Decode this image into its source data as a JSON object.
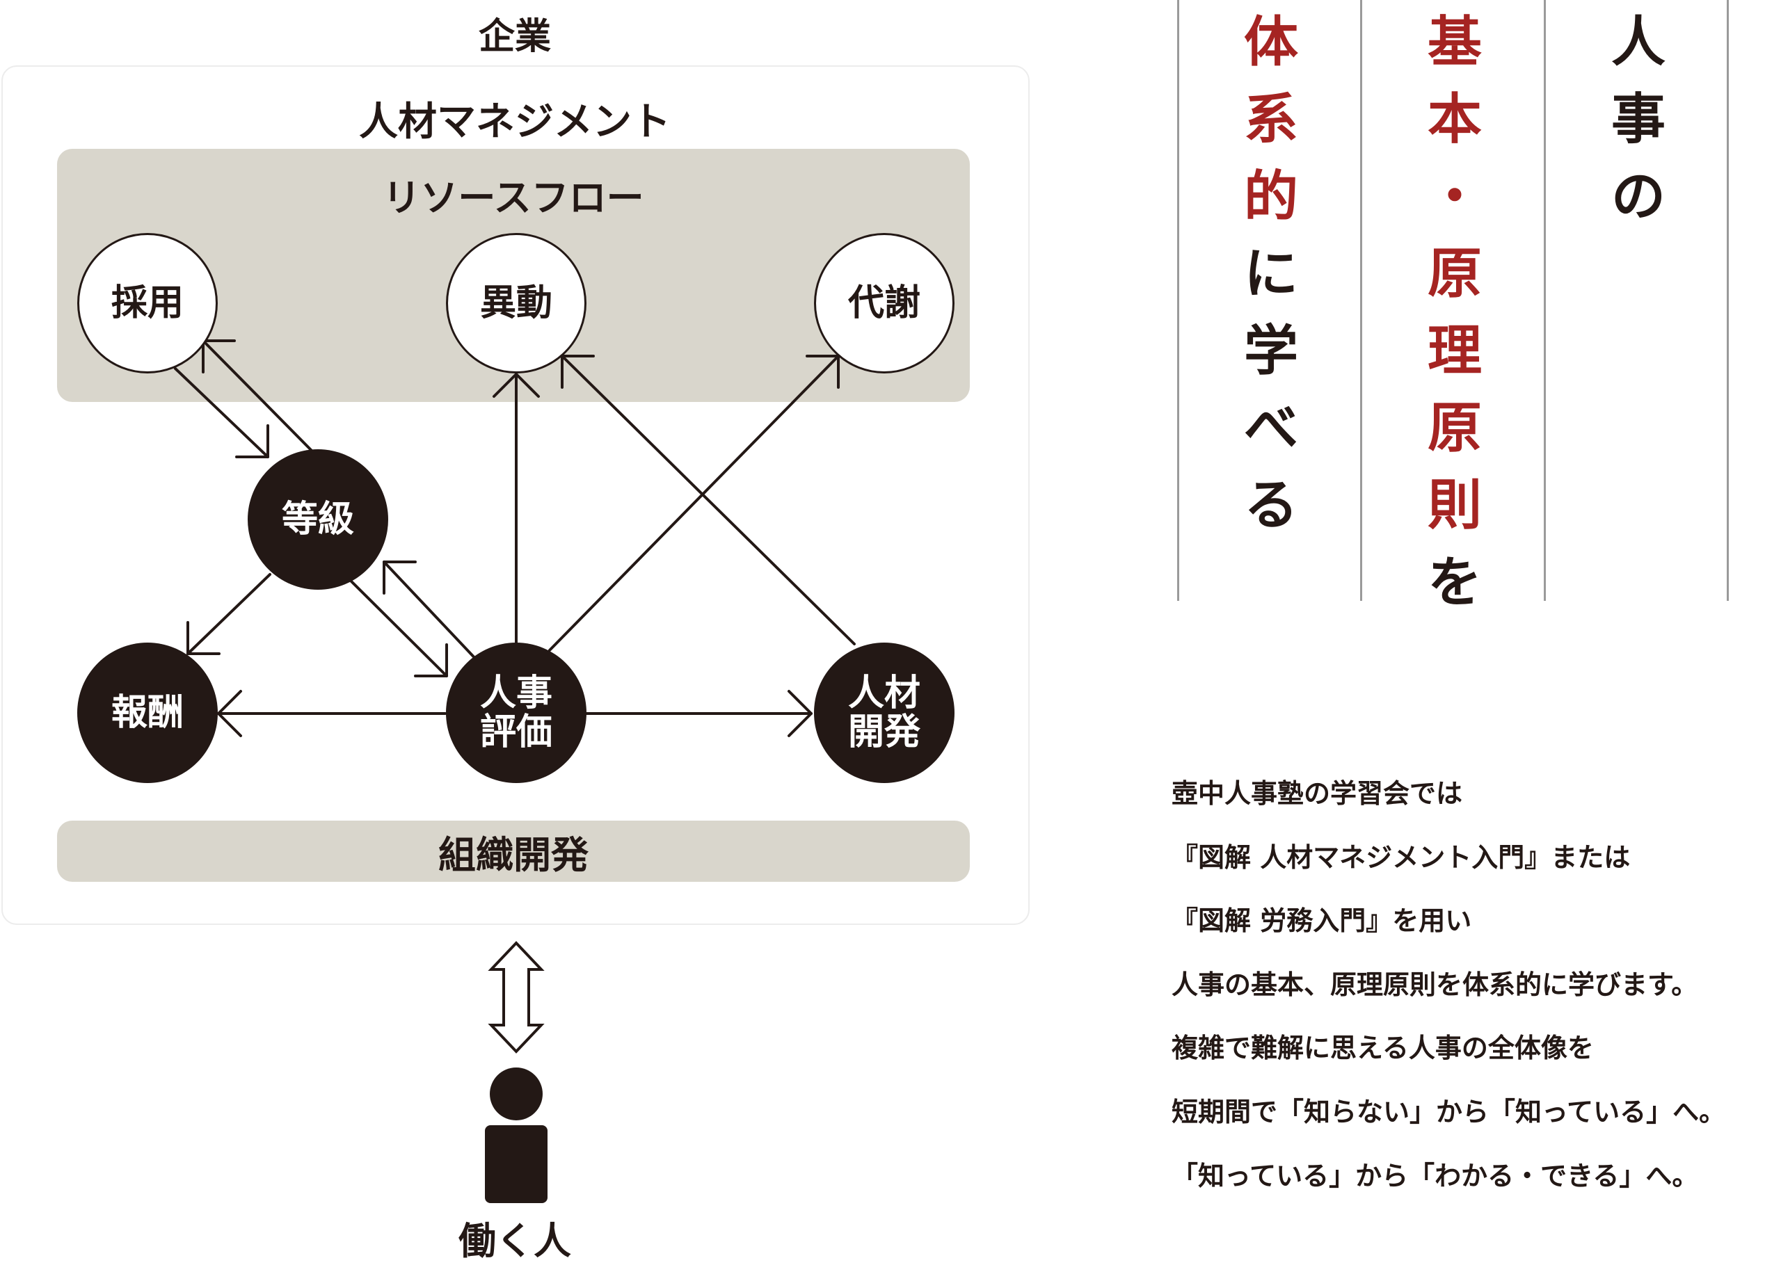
{
  "header": {
    "company": "企業",
    "management": "人材マネジメント"
  },
  "resource_flow": {
    "title": "リソースフロー",
    "nodes": {
      "hiring": "採用",
      "transfer": "異動",
      "exit": "代謝"
    }
  },
  "hr_system": {
    "grade": "等級",
    "compensation": "報酬",
    "evaluation": [
      "人事",
      "評価"
    ],
    "development": [
      "人材",
      "開発"
    ]
  },
  "org_development": "組織開発",
  "worker": {
    "label": "働く人",
    "icon": "person-icon"
  },
  "vertical_title": {
    "col1": [
      "人",
      "事",
      "の"
    ],
    "col2": [
      "基",
      "本",
      "・",
      "原",
      "理",
      "原",
      "則",
      "を"
    ],
    "col3": [
      "体",
      "系",
      "的",
      "に",
      "学",
      "べ",
      "る"
    ]
  },
  "description": [
    "壺中人事塾の学習会では",
    "『図解 人材マネジメント入門』または",
    "『図解 労務入門』を用い",
    "人事の基本、原理原則を体系的に学びます。",
    "複雑で難解に思える人事の全体像を",
    "短期間で「知らない」から「知っている」へ。",
    "「知っている」から「わかる・できる」へ。"
  ],
  "colors": {
    "ink": "#231815",
    "accent_red": "#a52422",
    "band": "#d9d6cc",
    "rule": "#9a9a9a"
  }
}
